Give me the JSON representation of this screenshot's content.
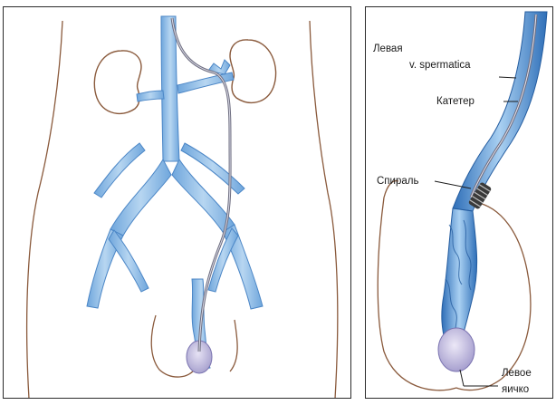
{
  "labels": {
    "left_vein_1": "Левая",
    "left_vein_2": "v. spermatica",
    "catheter": "Катетер",
    "coil": "Спираль",
    "left_testis_1": "Левое",
    "left_testis_2": "яичко"
  },
  "colors": {
    "vein_fill": "#9cc7ea",
    "vein_dark": "#3f7fc4",
    "outline": "#8a5a3c",
    "catheter": "#7a7a88",
    "coil": "#333333"
  }
}
